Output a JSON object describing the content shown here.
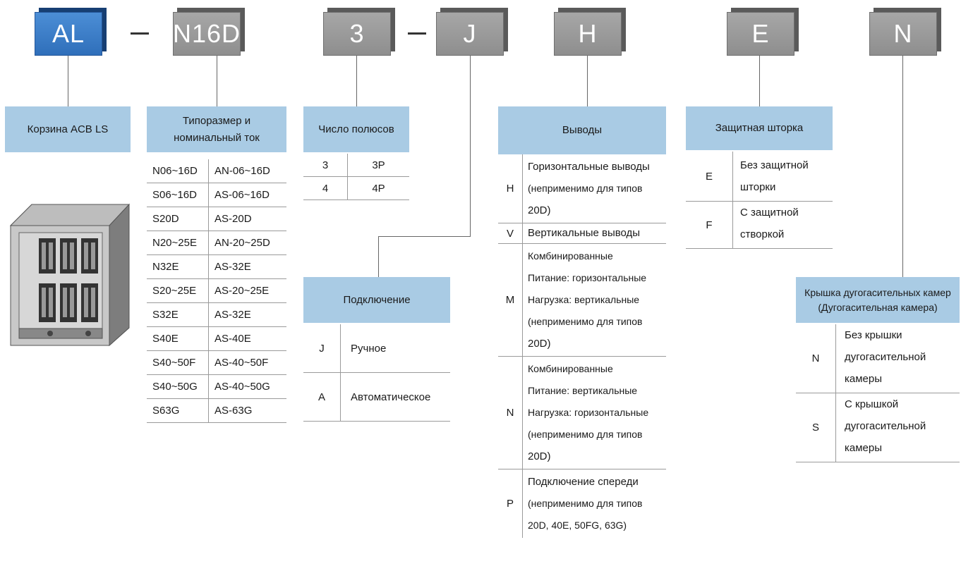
{
  "codes": {
    "al": "AL",
    "n16d": "N16D",
    "three": "3",
    "j": "J",
    "h": "H",
    "e": "E",
    "n": "N"
  },
  "sections": {
    "basket": {
      "label": "Корзина ACB LS"
    },
    "size": {
      "header": [
        "Типоразмер и",
        "номинальный ток"
      ],
      "rows": [
        [
          "N06~16D",
          "AN-06~16D"
        ],
        [
          "S06~16D",
          "AS-06~16D"
        ],
        [
          "S20D",
          "AS-20D"
        ],
        [
          "N20~25E",
          "AN-20~25D"
        ],
        [
          "N32E",
          "AS-32E"
        ],
        [
          "S20~25E",
          "AS-20~25E"
        ],
        [
          "S32E",
          "AS-32E"
        ],
        [
          "S40E",
          "AS-40E"
        ],
        [
          "S40~50F",
          "AS-40~50F"
        ],
        [
          "S40~50G",
          "AS-40~50G"
        ],
        [
          "S63G",
          "AS-63G"
        ]
      ]
    },
    "poles": {
      "header": "Число полюсов",
      "rows": [
        [
          "3",
          "3P"
        ],
        [
          "4",
          "4P"
        ]
      ]
    },
    "connection": {
      "header": "Подключение",
      "rows": [
        [
          "J",
          "Ручное"
        ],
        [
          "A",
          "Автоматическое"
        ]
      ]
    },
    "terminals": {
      "header": "Выводы",
      "rows": [
        {
          "code": "H",
          "lines": [
            "Горизонтальные выводы",
            "(неприменимо для типов",
            "20D)"
          ]
        },
        {
          "code": "V",
          "lines": [
            "Вертикальные выводы"
          ]
        },
        {
          "code": "M",
          "lines": [
            "Комбинированные",
            "Питание: горизонтальные",
            "Нагрузка: вертикальные",
            "(неприменимо для типов",
            "20D)"
          ]
        },
        {
          "code": "N",
          "lines": [
            "Комбинированные",
            "Питание: вертикальные",
            "Нагрузка: горизонтальные",
            "(неприменимо для типов",
            "20D)"
          ]
        },
        {
          "code": "P",
          "lines": [
            "Подключение спереди",
            "(неприменимо для типов",
            "20D, 40E, 50FG, 63G)"
          ]
        }
      ]
    },
    "shutter": {
      "header": "Защитная шторка",
      "rows": [
        {
          "code": "E",
          "lines": [
            "Без защитной",
            "шторки"
          ]
        },
        {
          "code": "F",
          "lines": [
            "С защитной",
            "створкой"
          ]
        }
      ]
    },
    "arc_cover": {
      "header": [
        "Крышка дугогасительных камер",
        "(Дугогасительная камера)"
      ],
      "rows": [
        {
          "code": "N",
          "lines": [
            "Без крышки",
            "дугогасительной",
            "камеры"
          ]
        },
        {
          "code": "S",
          "lines": [
            "С крышкой",
            "дугогасительной",
            "камеры"
          ]
        }
      ]
    }
  },
  "colors": {
    "header_bg": "#a9cbe4",
    "code_box_gray": "#9a9a9a",
    "code_box_blue": "#3a7cc7"
  }
}
